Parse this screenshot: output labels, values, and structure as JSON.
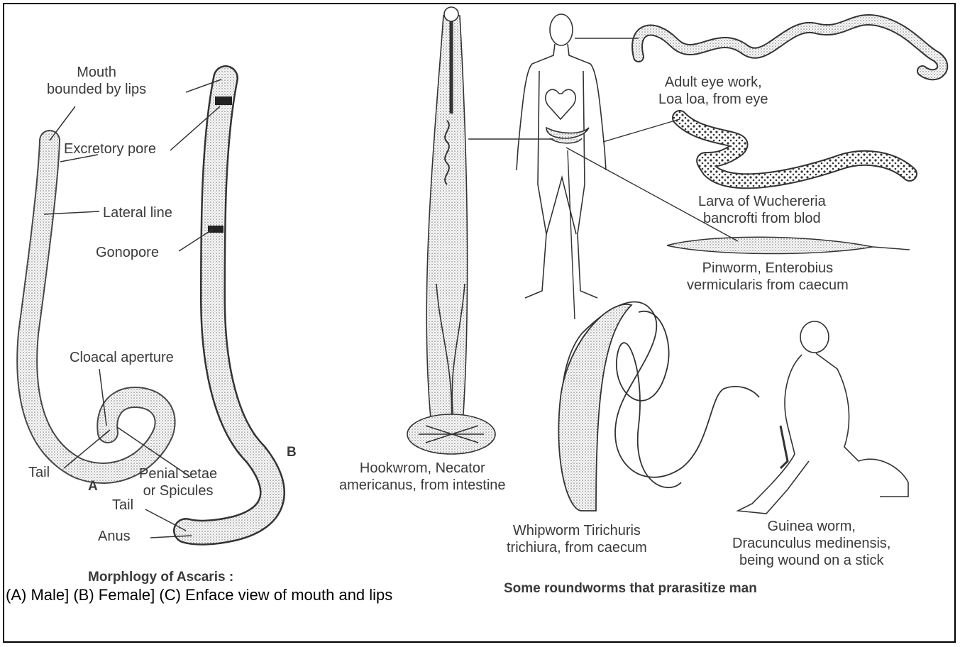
{
  "ascaris": {
    "mouth": "Mouth\nbounded by lips",
    "excretory": "Excretory pore",
    "lateral": "Lateral line",
    "gonopore": "Gonopore",
    "cloacal": "Cloacal aperture",
    "tail_a": "Tail",
    "penial": "Penial setae\nor Spicules",
    "letter_a": "A",
    "letter_b": "B",
    "tail_b": "Tail",
    "anus": "Anus",
    "title": "Morphlogy of Ascaris :"
  },
  "roundworms": {
    "loa": "Adult eye work,\nLoa loa, from eye",
    "wuchereria": "Larva of Wuchereria\nbancrofti from blod",
    "pinworm": "Pinworm, Enterobius\nvermicularis from caecum",
    "hookworm": "Hookwrom, Necator\namericanus, from intestine",
    "whipworm": "Whipworm Tirichuris\ntrichiura, from caecum",
    "guinea": "Guinea worm,\nDracunculus medinensis,\nbeing wound on a stick",
    "title": "Some roundworms that prarasitize man"
  },
  "caption": "(A) Male] (B) Female] (C) Enface view of mouth and lips"
}
